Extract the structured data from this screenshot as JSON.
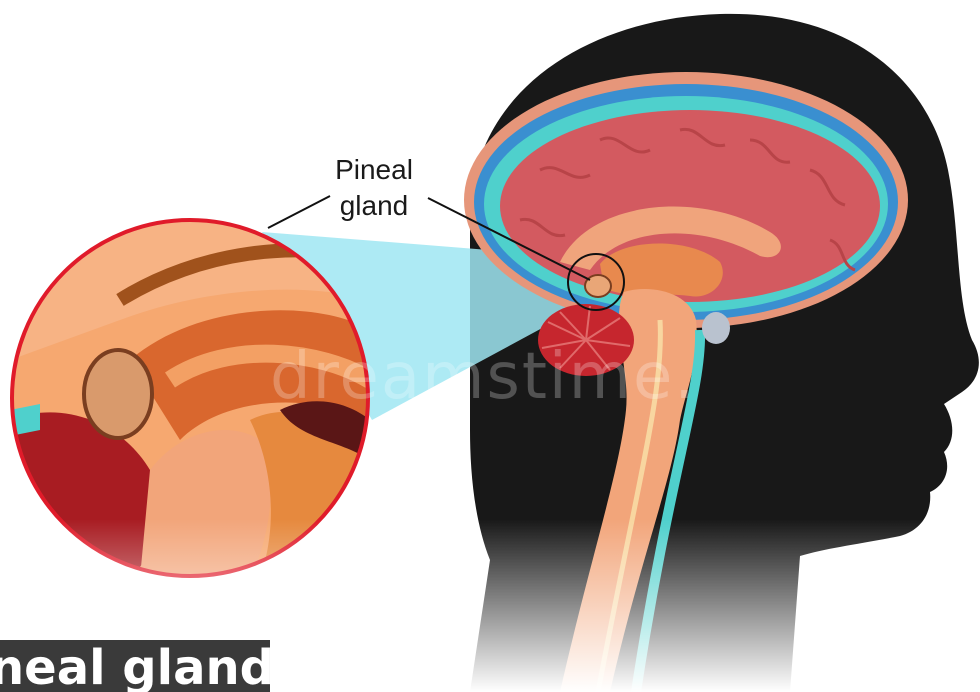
{
  "diagram": {
    "label_line1": "Pineal",
    "label_line2": "gland",
    "banner_title": "neal gland",
    "watermark": "dreamstime."
  }
}
